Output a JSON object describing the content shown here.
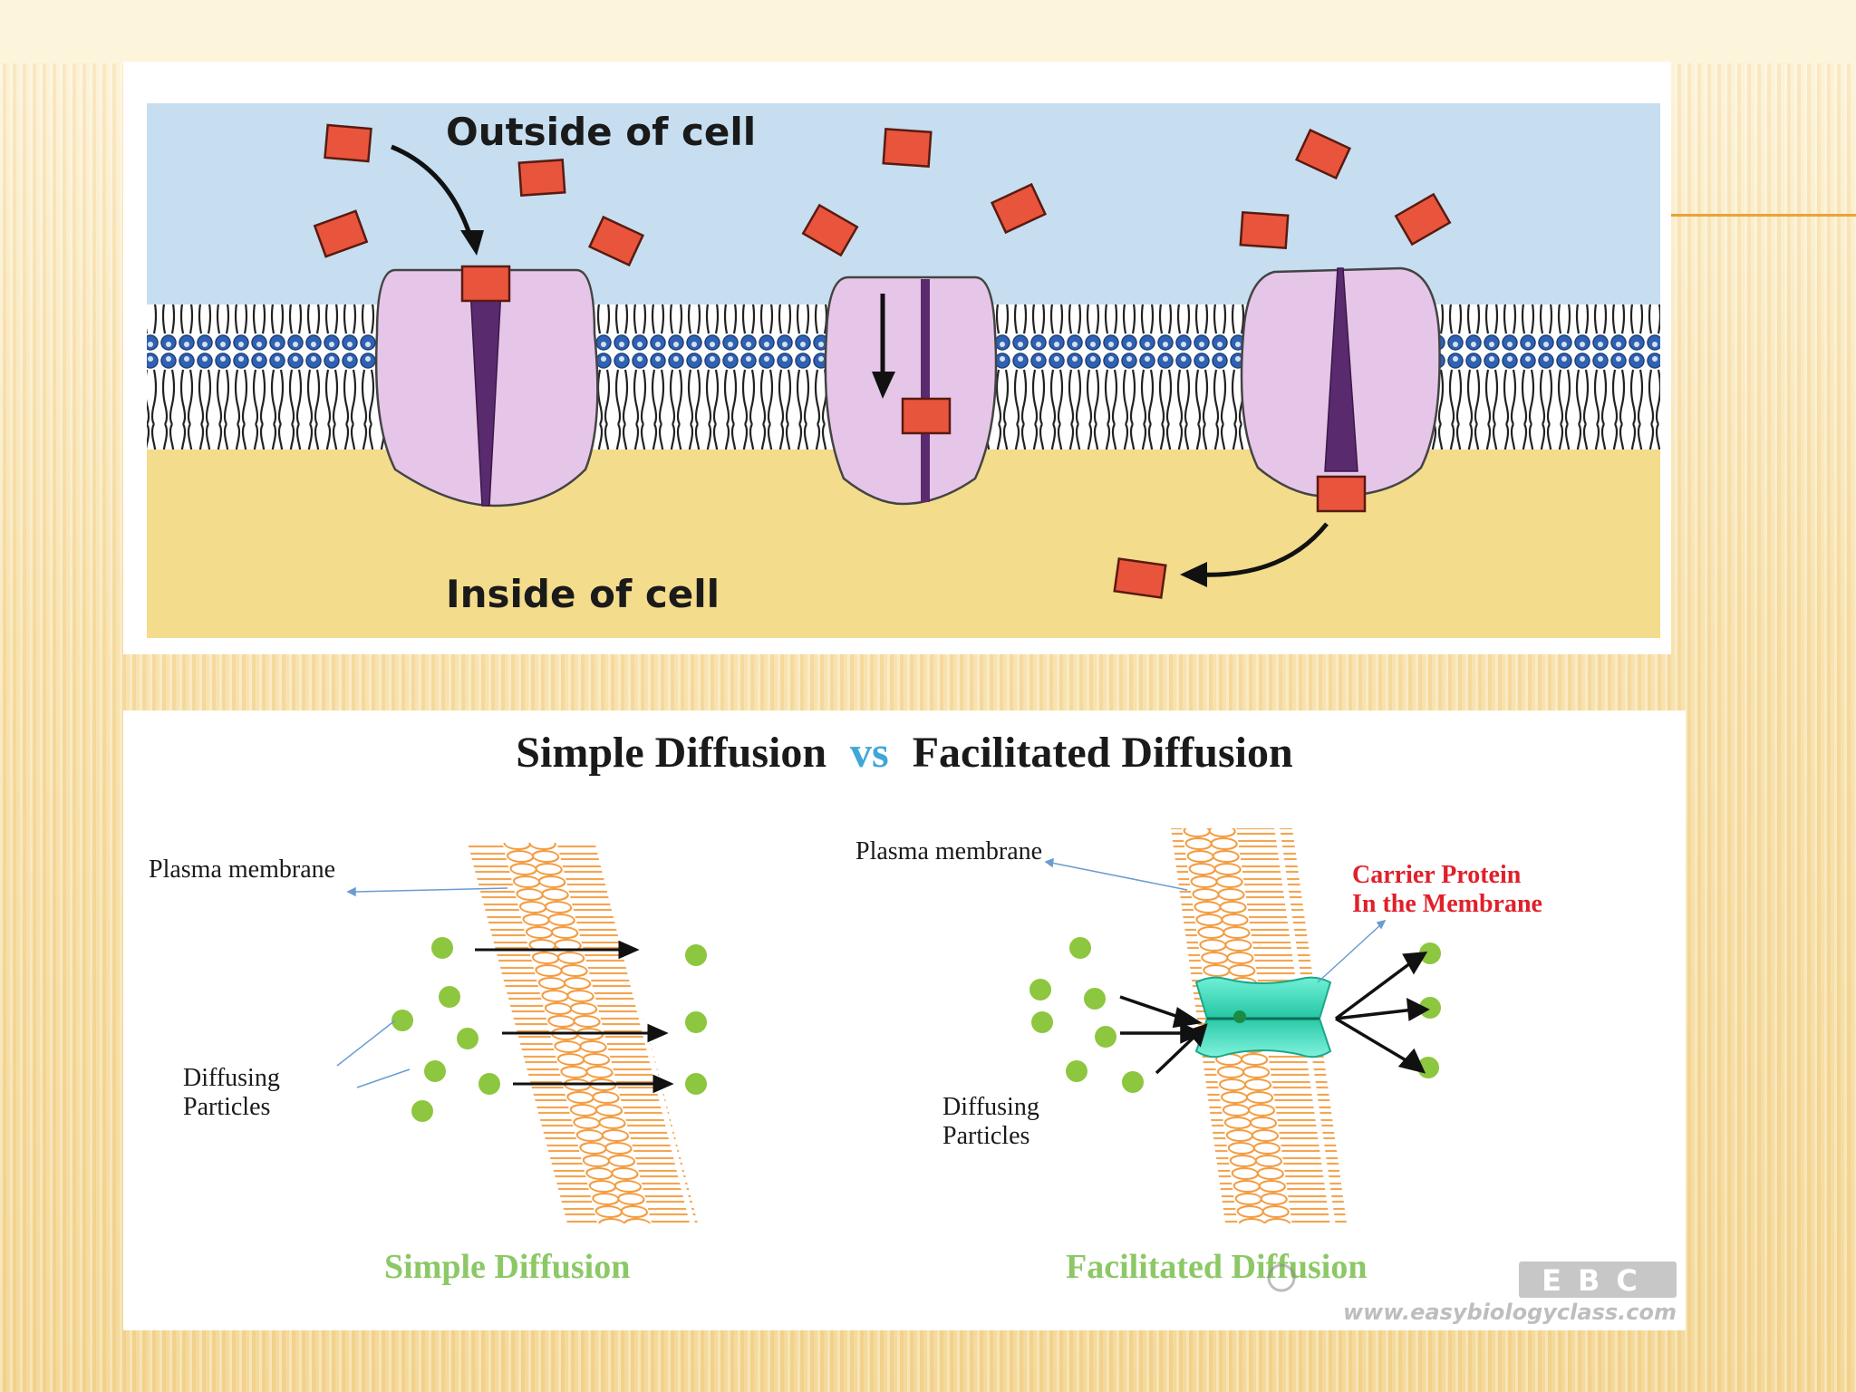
{
  "top_diagram": {
    "outside_label": "Outside of cell",
    "inside_label": "Inside of cell"
  },
  "bottom_diagram": {
    "title_part1": "Simple Diffusion",
    "title_vs": "vs",
    "title_part2": "Facilitated Diffusion",
    "left": {
      "membrane_label": "Plasma membrane",
      "particles_label_line1": "Diffusing",
      "particles_label_line2": "Particles",
      "caption": "Simple Diffusion"
    },
    "right": {
      "membrane_label": "Plasma membrane",
      "carrier_label_line1": "Carrier Protein",
      "carrier_label_line2": "In the Membrane",
      "particles_label_line1": "Diffusing",
      "particles_label_line2": "Particles",
      "caption": "Facilitated Diffusion"
    },
    "watermark": {
      "logo_text": "EBC",
      "url": "www.easybiologyclass.com"
    }
  },
  "colors": {
    "outside_fluid": "#c6def0",
    "inside_fluid": "#f3dc8c",
    "protein": "#e6c6e8",
    "molecule": "#e8553c",
    "membrane_orange": "#f39a3c",
    "particle_green": "#8dc63f",
    "carrier_teal": "#3fd9b8",
    "title_blue": "#3fa7d6",
    "caption_green": "#8cc866",
    "carrier_label_red": "#e0202a"
  }
}
